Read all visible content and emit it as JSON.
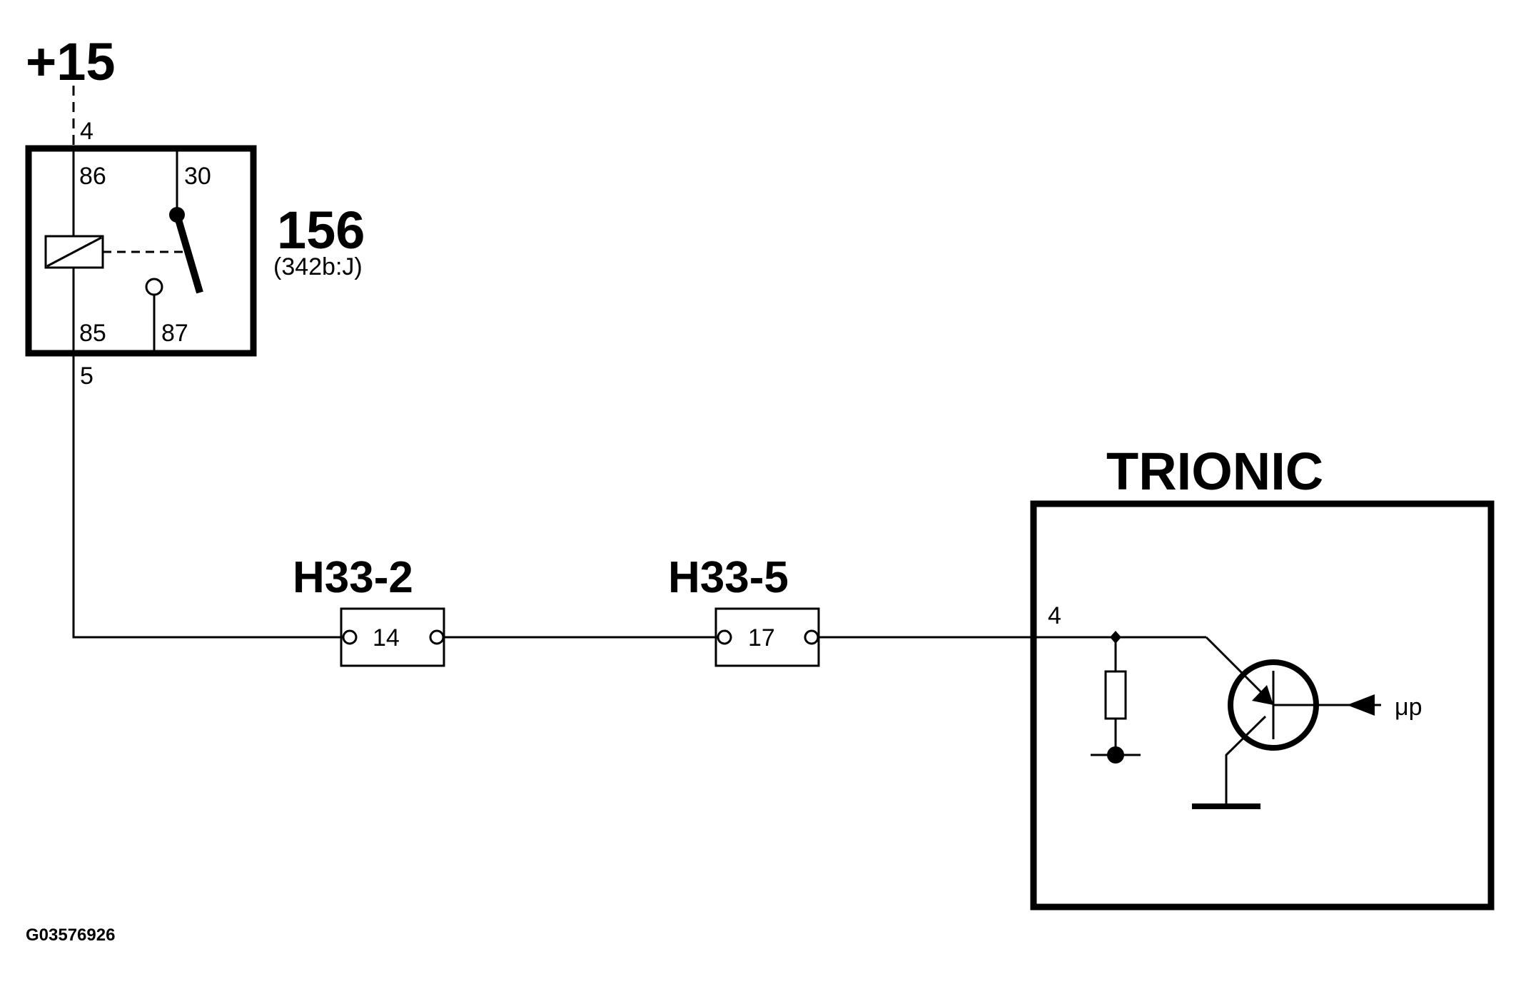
{
  "supply": {
    "label": "+15"
  },
  "relay": {
    "id": "156",
    "ref": "(342b:J)",
    "pins": {
      "coil_in": "4",
      "coil_top": "86",
      "contact_common": "30",
      "coil_bottom": "85",
      "contact_no": "87",
      "coil_out": "5"
    }
  },
  "connectors": [
    {
      "name": "H33-2",
      "pin": "14"
    },
    {
      "name": "H33-5",
      "pin": "17"
    }
  ],
  "ecu": {
    "name": "TRIONIC",
    "pin": "4",
    "control_label": "μp"
  },
  "figure_code": "G03576926"
}
